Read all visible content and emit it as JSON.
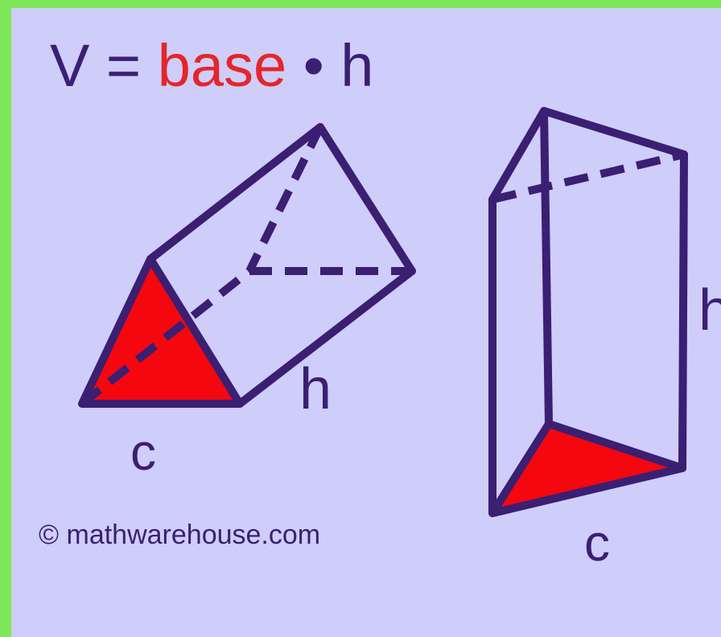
{
  "formula": {
    "v": "V",
    "equals": "=",
    "base": "base",
    "dot": "•",
    "h": "h"
  },
  "left_prism": {
    "height_label": "h",
    "base_label": "c"
  },
  "right_prism": {
    "height_label": "h",
    "base_label": "c"
  },
  "copyright": "© mathwarehouse.com",
  "colors": {
    "background_border": "#7ee85a",
    "panel": "#cfcdf9",
    "stroke": "#3a1f72",
    "base_fill": "#f4070f",
    "base_text": "#e3262b"
  }
}
